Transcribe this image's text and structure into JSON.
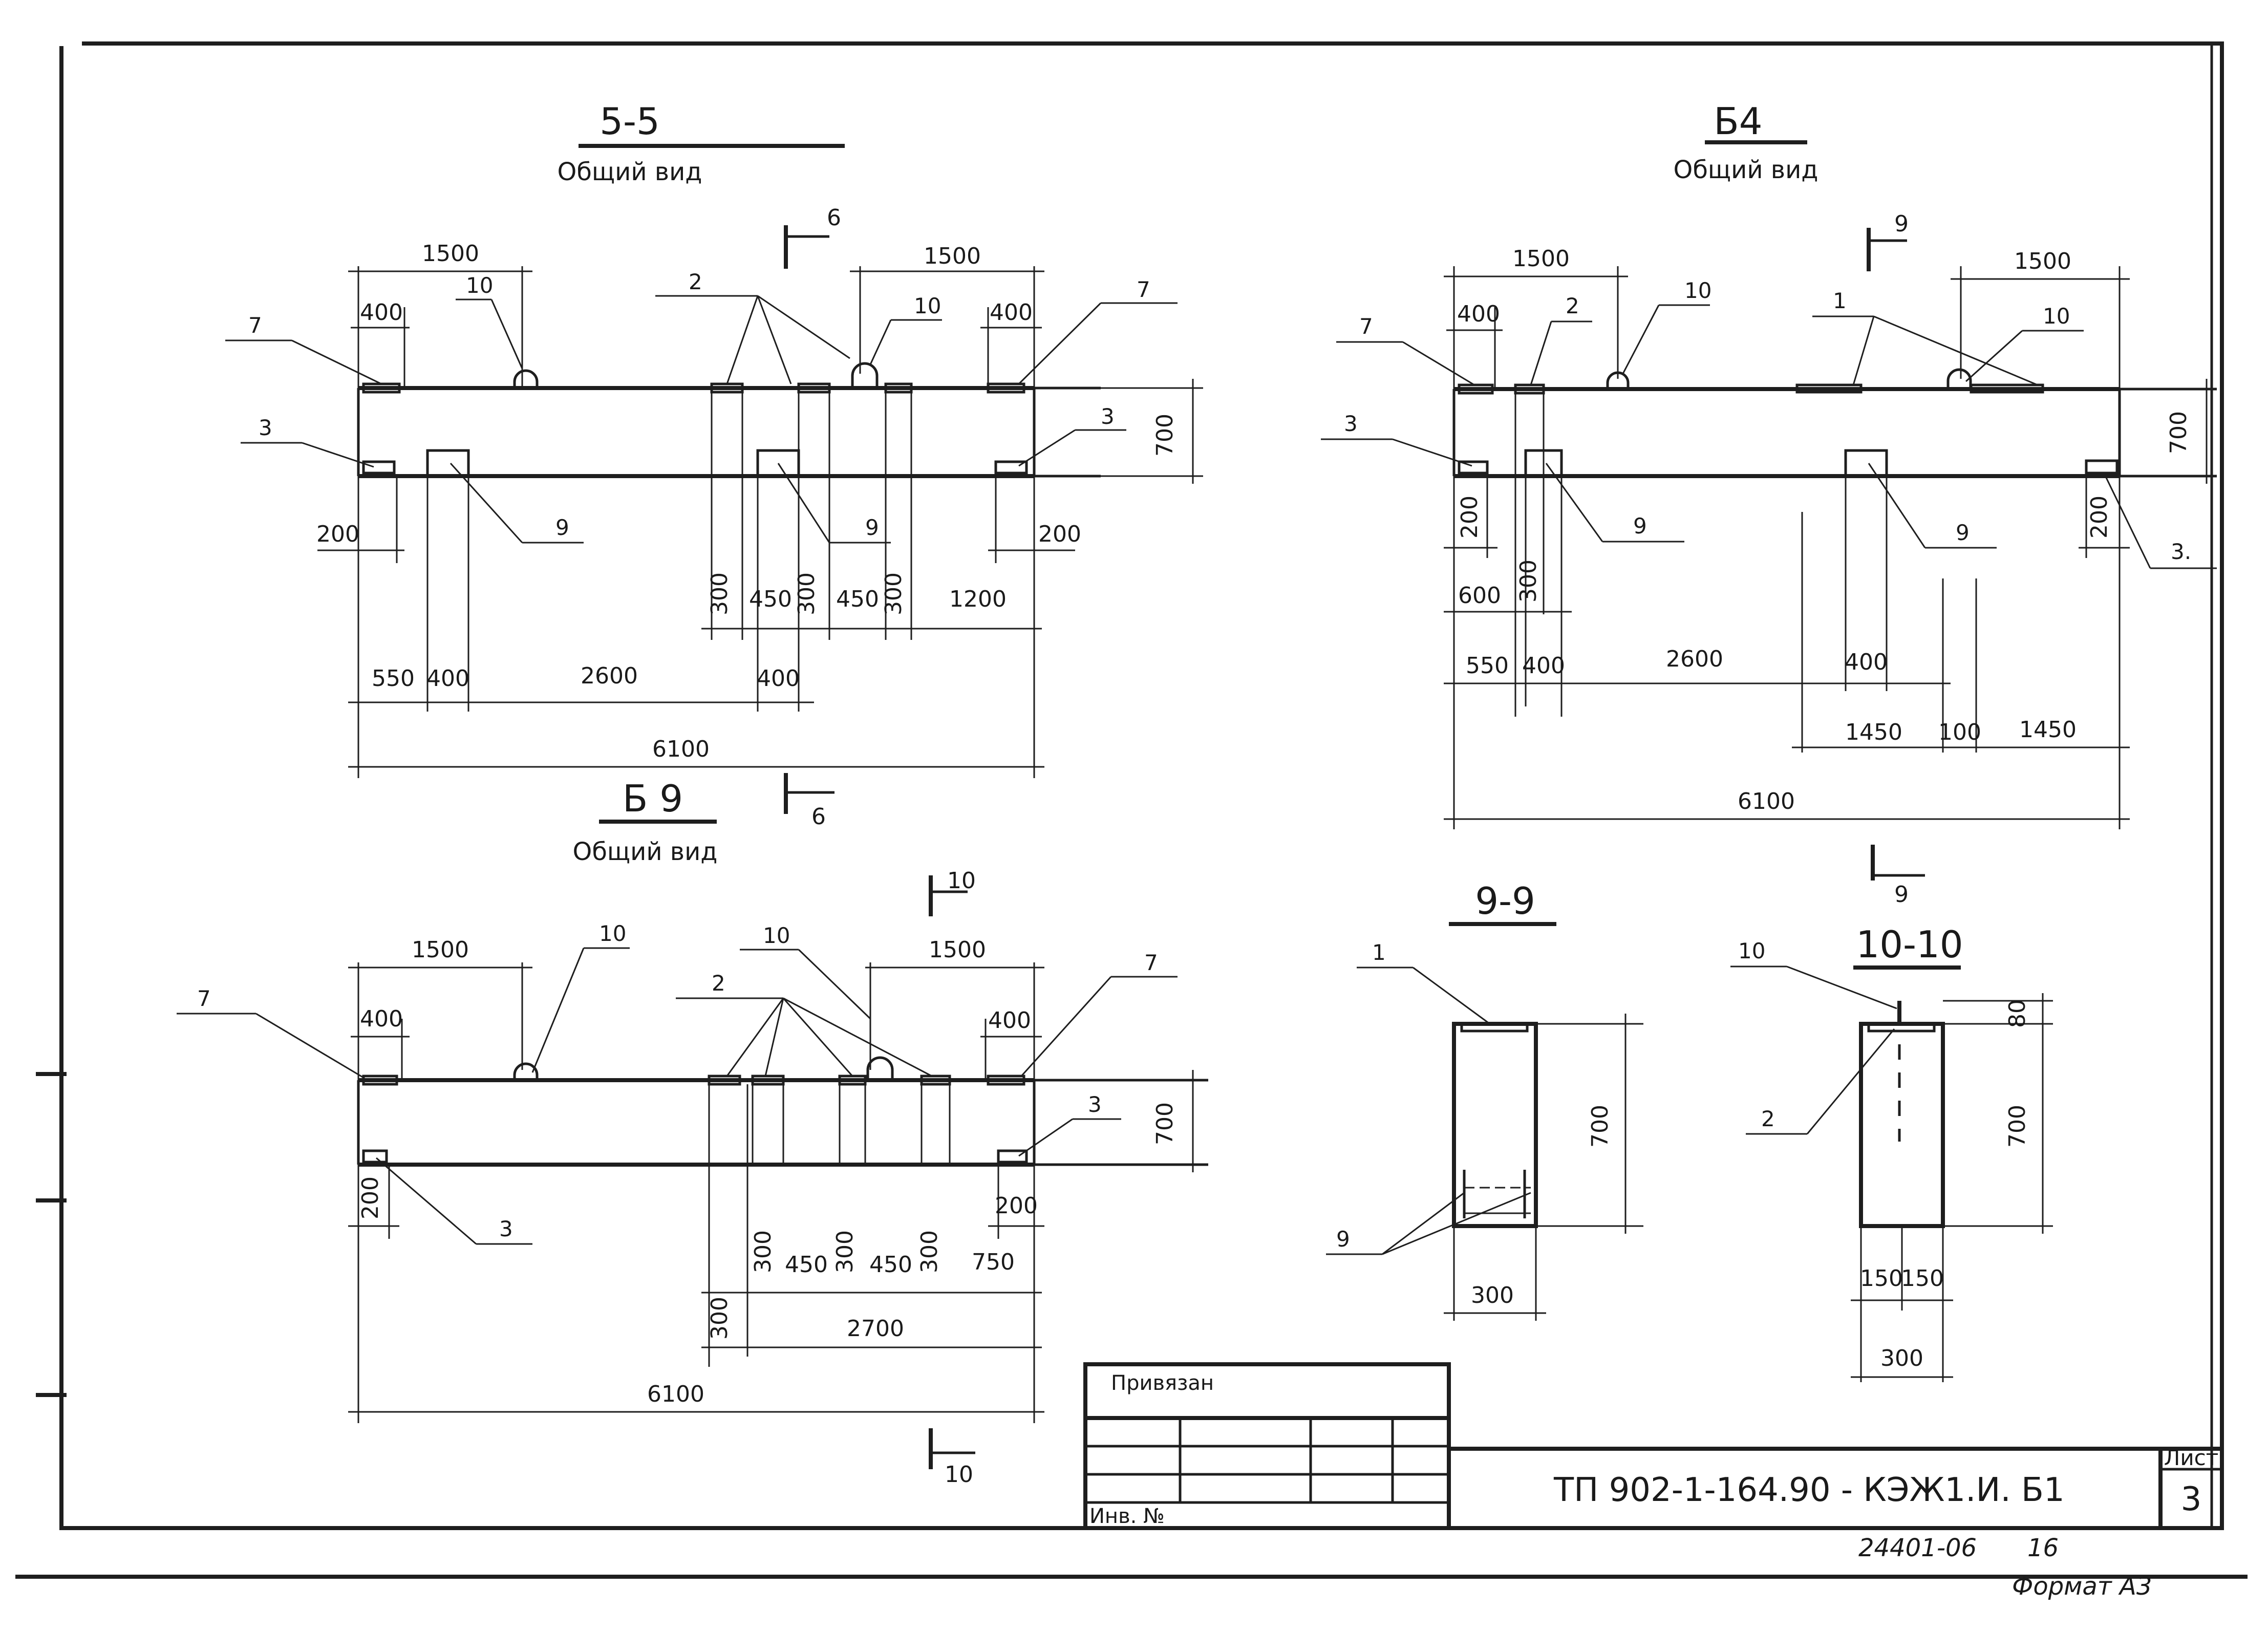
{
  "views": {
    "v55": {
      "title": "5-5",
      "subtitle": "Общий вид",
      "cut": "6",
      "callouts": {
        "c7a": "7",
        "c10a": "10",
        "c2": "2",
        "c10b": "10",
        "c7b": "7",
        "c3a": "3",
        "c3b": "3",
        "c9a": "9",
        "c9b": "9"
      },
      "dims": {
        "d1500a": "1500",
        "d400a": "400",
        "d1500b": "1500",
        "d400b": "400",
        "d700": "700",
        "d200a": "200",
        "d200b": "200",
        "d300a": "300",
        "d450a": "450",
        "d300b": "300",
        "d450b": "450",
        "d300c": "300",
        "d1200": "1200",
        "d550": "550",
        "d400c": "400",
        "d2600": "2600",
        "d400d": "400",
        "d6100": "6100"
      }
    },
    "b9": {
      "title": "Б 9",
      "subtitle": "Общий вид",
      "cut": "10",
      "callouts": {
        "c7a": "7",
        "c10a": "10",
        "c10b": "10",
        "c2": "2",
        "c7b": "7",
        "c3a": "3",
        "c3b": "3"
      },
      "dims": {
        "d1500a": "1500",
        "d400a": "400",
        "d1500b": "1500",
        "d400b": "400",
        "d700": "700",
        "d200a": "200",
        "d200b": "200",
        "d300a": "300",
        "d450a": "450",
        "d300b": "300",
        "d450b": "450",
        "d300c": "300",
        "d750": "750",
        "d300d": "300",
        "d2700": "2700",
        "d6100": "6100"
      }
    },
    "b4": {
      "title": "Б4",
      "subtitle": "Общий вид",
      "cut": "9",
      "callouts": {
        "c7": "7",
        "c2": "2",
        "c10a": "10",
        "c1": "1",
        "c10b": "10",
        "c3a": "3",
        "c3b": "3.",
        "c9a": "9",
        "c9b": "9"
      },
      "dims": {
        "d1500a": "1500",
        "d400a": "400",
        "d1500b": "1500",
        "d700": "700",
        "d200a": "200",
        "d200b": "200",
        "d600": "600",
        "d300": "300",
        "d550": "550",
        "d400b": "400",
        "d2600": "2600",
        "d400c": "400",
        "d1450a": "1450",
        "d100": "100",
        "d1450b": "1450",
        "d6100": "6100"
      }
    },
    "s99": {
      "title": "9-9",
      "callouts": {
        "c1": "1",
        "c9": "9"
      },
      "dims": {
        "d700": "700",
        "d300": "300"
      }
    },
    "s1010": {
      "title": "10-10",
      "callouts": {
        "c10": "10",
        "c2": "2"
      },
      "dims": {
        "d80": "80",
        "d700": "700",
        "d150a": "150",
        "d150b": "150",
        "d300": "300"
      }
    }
  },
  "title_block": {
    "attached": "Привязан",
    "inv": "Инв. №",
    "code": "ТП  902-1-164.90 - КЭЖ1.И. Б1",
    "sheet_label": "Лист",
    "sheet_no": "3"
  },
  "footer": {
    "archive": "24401-06",
    "page": "16",
    "format": "Формат А3"
  }
}
